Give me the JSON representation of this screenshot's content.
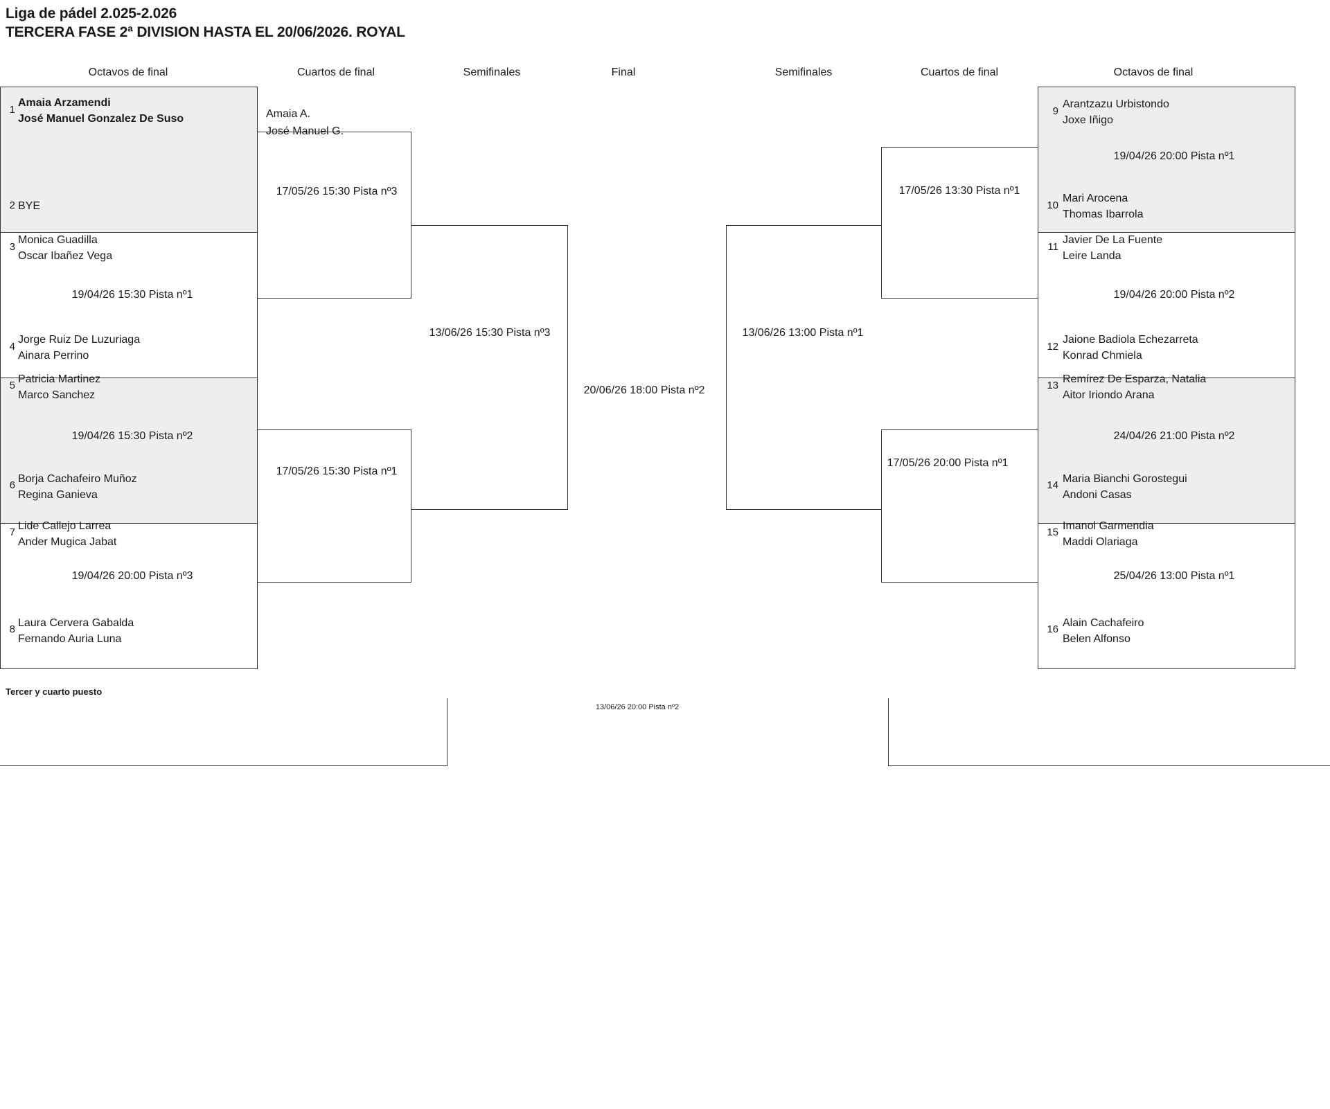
{
  "header": {
    "title_line1": "Liga de pádel 2.025-2.026",
    "title_line2": "TERCERA FASE 2ª DIVISION HASTA EL 20/06/2026. ROYAL"
  },
  "round_headers": {
    "left_r16": "Octavos de final",
    "left_qf": "Cuartos de final",
    "left_sf": "Semifinales",
    "final": "Final",
    "right_sf": "Semifinales",
    "right_qf": "Cuartos de final",
    "right_r16": "Octavos de final"
  },
  "left_bracket": {
    "slots": [
      {
        "seed": "1",
        "player1": "Amaia Arzamendi",
        "player2": "José Manuel Gonzalez De Suso",
        "shaded": true,
        "bold": true
      },
      {
        "seed": "2",
        "player1": "BYE",
        "player2": "",
        "shaded": true,
        "bold": false
      },
      {
        "seed": "3",
        "player1": "Monica Guadilla",
        "player2": "Oscar Ibañez Vega",
        "shaded": false,
        "bold": false
      },
      {
        "seed": "4",
        "player1": "Jorge Ruiz De Luzuriaga",
        "player2": "Ainara Perrino",
        "shaded": false,
        "bold": false
      },
      {
        "seed": "5",
        "player1": "Patricia Martinez",
        "player2": "Marco Sanchez",
        "shaded": true,
        "bold": false
      },
      {
        "seed": "6",
        "player1": "Borja Cachafeiro Muñoz",
        "player2": "Regina Ganieva",
        "shaded": true,
        "bold": false
      },
      {
        "seed": "7",
        "player1": "Lide Callejo Larrea",
        "player2": "Ander Mugica Jabat",
        "shaded": false,
        "bold": false
      },
      {
        "seed": "8",
        "player1": "Laura Cervera Gabalda",
        "player2": "Fernando Auria Luna",
        "shaded": false,
        "bold": false
      }
    ],
    "r16_matches": [
      {
        "info": ""
      },
      {
        "info": "19/04/26 15:30 Pista nº1"
      },
      {
        "info": "19/04/26 15:30 Pista nº2"
      },
      {
        "info": "19/04/26 20:00 Pista nº3"
      }
    ],
    "qf_winner": {
      "player1": "Amaia A.",
      "player2": "José Manuel G."
    },
    "qf_matches": [
      {
        "info": "17/05/26 15:30 Pista nº3"
      },
      {
        "info": "17/05/26 15:30 Pista nº1"
      }
    ],
    "sf_match": {
      "info": "13/06/26 15:30 Pista nº3"
    }
  },
  "right_bracket": {
    "slots": [
      {
        "seed": "9",
        "player1": "Arantzazu Urbistondo",
        "player2": "Joxe Iñigo",
        "shaded": true,
        "bold": false
      },
      {
        "seed": "10",
        "player1": "Mari Arocena",
        "player2": "Thomas Ibarrola",
        "shaded": true,
        "bold": false
      },
      {
        "seed": "11",
        "player1": "Javier De La Fuente",
        "player2": "Leire Landa",
        "shaded": false,
        "bold": false
      },
      {
        "seed": "12",
        "player1": "Jaione Badiola Echezarreta",
        "player2": "Konrad Chmiela",
        "shaded": false,
        "bold": false
      },
      {
        "seed": "13",
        "player1": "Remírez De Esparza, Natalia",
        "player2": "Aitor Iriondo Arana",
        "shaded": true,
        "bold": false
      },
      {
        "seed": "14",
        "player1": "Maria Bianchi Gorostegui",
        "player2": "Andoni Casas",
        "shaded": true,
        "bold": false
      },
      {
        "seed": "15",
        "player1": "Imanol Garmendia",
        "player2": "Maddi Olariaga",
        "shaded": false,
        "bold": false
      },
      {
        "seed": "16",
        "player1": "Alain Cachafeiro",
        "player2": "Belen Alfonso",
        "shaded": false,
        "bold": false
      }
    ],
    "r16_matches": [
      {
        "info": "19/04/26 20:00 Pista nº1"
      },
      {
        "info": "19/04/26 20:00 Pista nº2"
      },
      {
        "info": "24/04/26 21:00 Pista nº2"
      },
      {
        "info": "25/04/26 13:00 Pista nº1"
      }
    ],
    "qf_matches": [
      {
        "info": "17/05/26 13:30 Pista nº1"
      },
      {
        "info": "17/05/26 20:00 Pista nº1"
      }
    ],
    "sf_match": {
      "info": "13/06/26 13:00 Pista nº1"
    }
  },
  "final_match": {
    "info": "20/06/26 18:00 Pista nº2"
  },
  "third_place": {
    "label": "Tercer y cuarto puesto",
    "info": "13/06/26 20:00 Pista nº2"
  }
}
